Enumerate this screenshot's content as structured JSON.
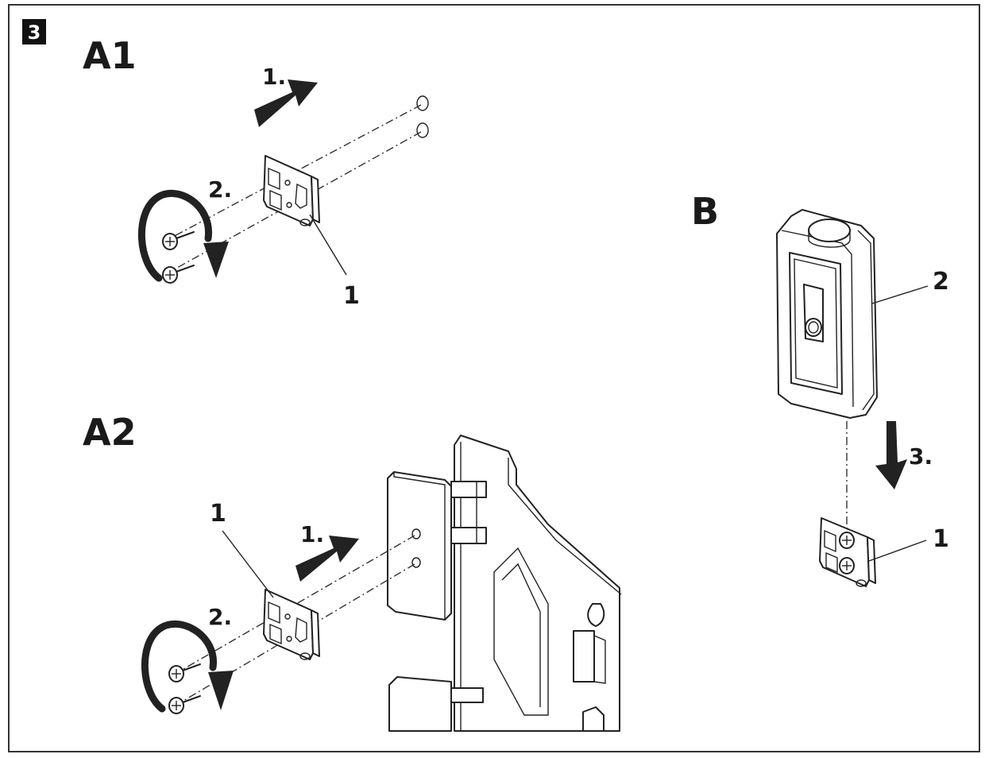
{
  "figure_number": "3",
  "panels": {
    "a1": {
      "label": "A1",
      "step_push": "1.",
      "step_screw": "2.",
      "part_label": "1"
    },
    "a2": {
      "label": "A2",
      "step_push": "1.",
      "step_screw": "2.",
      "part_label": "1"
    },
    "b": {
      "label": "B",
      "step_slide": "3.",
      "device_label": "2",
      "bracket_label": "1"
    }
  }
}
